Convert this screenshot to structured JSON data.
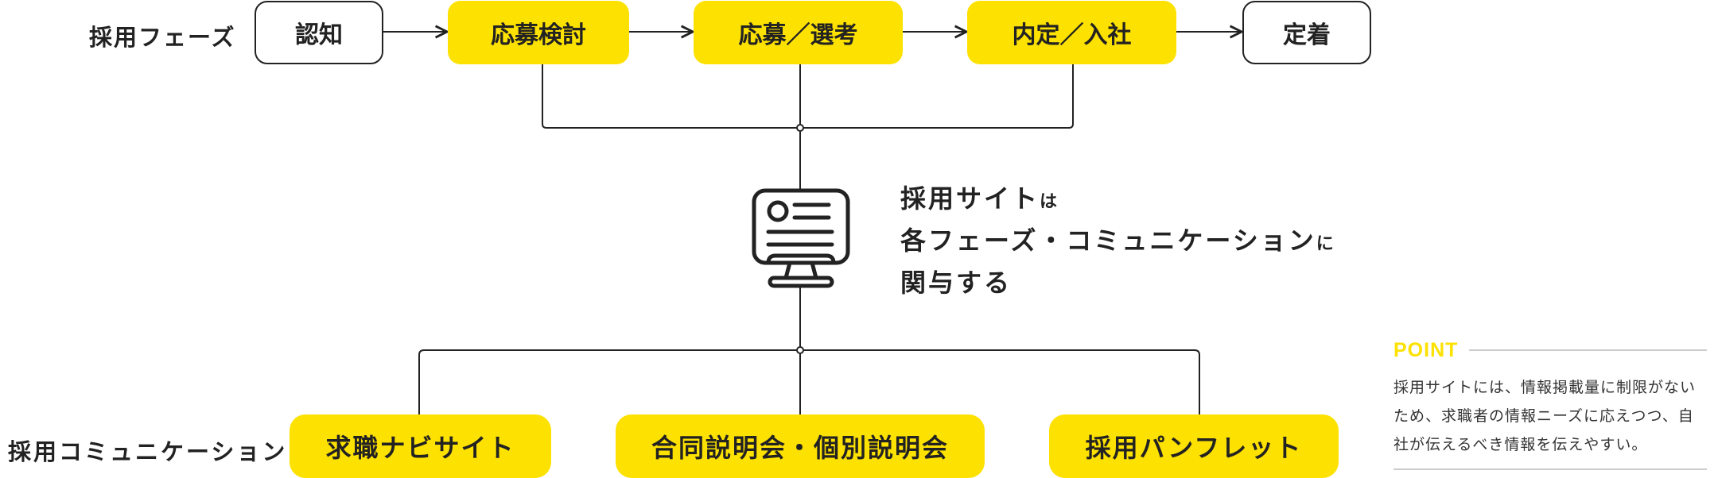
{
  "colors": {
    "accent": "#fde100",
    "ink": "#222222",
    "rule": "#cccccc"
  },
  "phase_row": {
    "label": "採用フェーズ",
    "phases": [
      {
        "label": "認知",
        "style": "outline"
      },
      {
        "label": "応募検討",
        "style": "yellow"
      },
      {
        "label": "応募／選考",
        "style": "yellow"
      },
      {
        "label": "内定／入社",
        "style": "yellow"
      },
      {
        "label": "定着",
        "style": "outline"
      }
    ]
  },
  "center": {
    "icon": "monitor-document-icon",
    "line1_main": "採用サイト",
    "line1_particle": "は",
    "line2_main": "各フェーズ・コミュニケーション",
    "line2_particle": "に",
    "line3_main": "関与する"
  },
  "communication_row": {
    "label": "採用コミュニケーション",
    "channels": [
      {
        "label": "求職ナビサイト"
      },
      {
        "label": "合同説明会・個別説明会"
      },
      {
        "label": "採用パンフレット"
      }
    ]
  },
  "point": {
    "title": "POINT",
    "body_line1": "採用サイトには、情報掲載量に制限がない",
    "body_line2": "ため、求職者の情報ニーズに応えつつ、自",
    "body_line3": "社が伝えるべき情報を伝えやすい。"
  }
}
